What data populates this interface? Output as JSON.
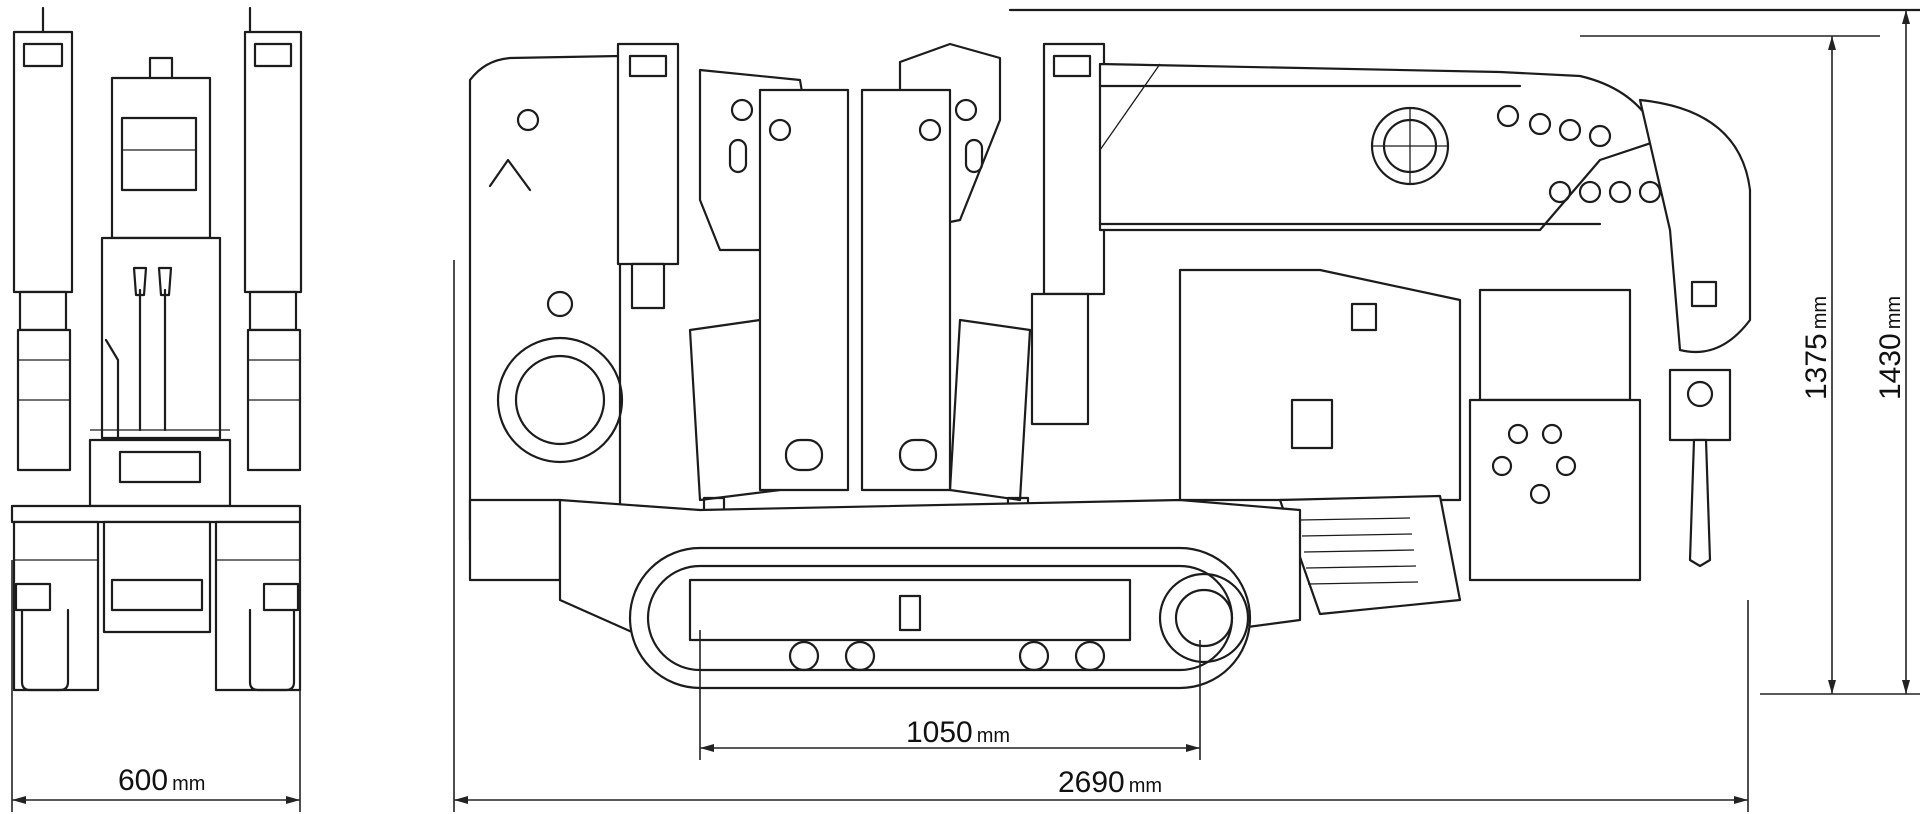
{
  "dimensions": {
    "width_front": {
      "value": "600",
      "unit": "mm"
    },
    "track_length": {
      "value": "1050",
      "unit": "mm"
    },
    "total_length": {
      "value": "2690",
      "unit": "mm"
    },
    "height_inner": {
      "value": "1375",
      "unit": "mm"
    },
    "height_total": {
      "value": "1430",
      "unit": "mm"
    }
  },
  "line_color": "#1c1c1c"
}
